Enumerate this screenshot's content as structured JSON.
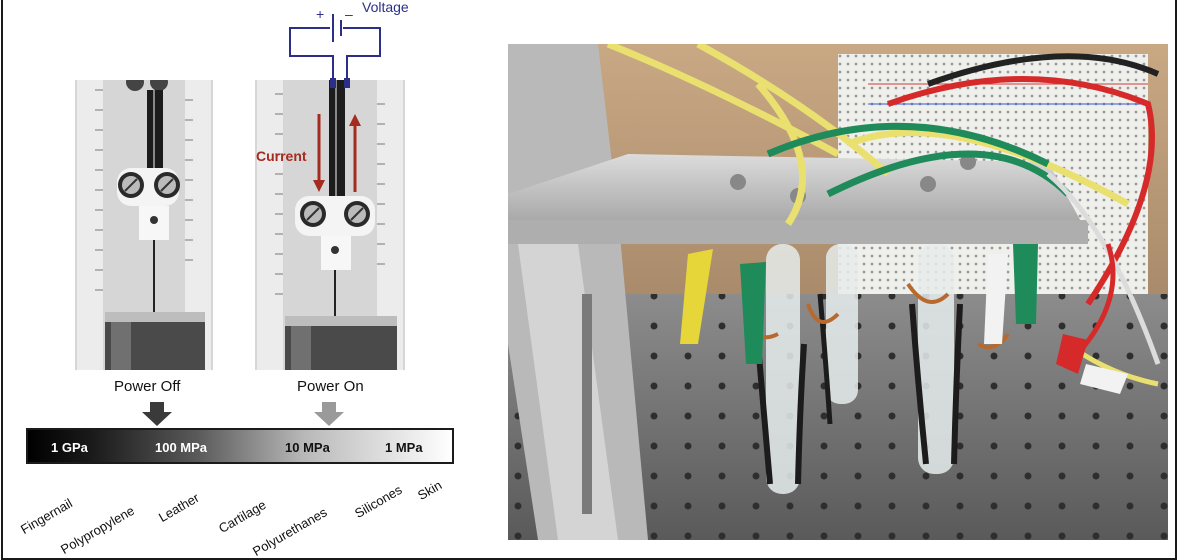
{
  "panel_a": {
    "captions": {
      "power_off": "Power Off",
      "power_on": "Power On"
    },
    "voltage": {
      "label": "Voltage",
      "plus": "+",
      "minus": "–"
    },
    "current_label": "Current",
    "scale_ticks": [
      "1 GPa",
      "100 MPa",
      "10 MPa",
      "1 MPa"
    ],
    "materials": [
      "Fingernail",
      "Polypropylene",
      "Leather",
      "Cartilage",
      "Polyurethanes",
      "Silicones",
      "Skin"
    ],
    "colors": {
      "circuit": "#2c2f8a",
      "current": "#a52a1f",
      "arrow_off": "#3a3a3a",
      "arrow_on": "#9a9a9a"
    }
  },
  "panel_b": {
    "wire_colors": [
      "#e9e070",
      "#1f8a5a",
      "#d62a2a",
      "#222222",
      "#dcdcdc"
    ]
  }
}
